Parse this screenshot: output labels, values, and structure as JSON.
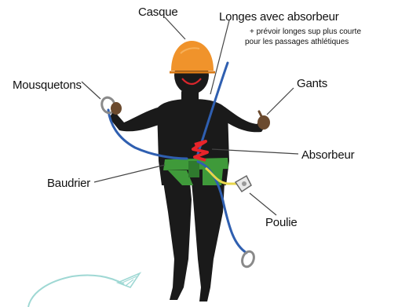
{
  "labels": {
    "casque": "Casque",
    "longes": "Longes avec absorbeur",
    "longes_note_line1": "+ prévoir longes sup plus courte",
    "longes_note_line2": "pour les passages athlétiques",
    "mousquetons": "Mousquetons",
    "gants": "Gants",
    "absorbeur": "Absorbeur",
    "baudrier": "Baudrier",
    "poulie": "Poulie"
  },
  "colors": {
    "figure": "#1a1a1a",
    "helmet": "#f0932b",
    "smile": "#d9262c",
    "lanyard": "#2f5fb0",
    "absorber": "#e8242a",
    "harness": "#3f9a3a",
    "pulley_line": "#e8d64a",
    "glove": "#6b4a2e",
    "leader_line": "#444444",
    "decor_teal": "#9fd8d4"
  }
}
